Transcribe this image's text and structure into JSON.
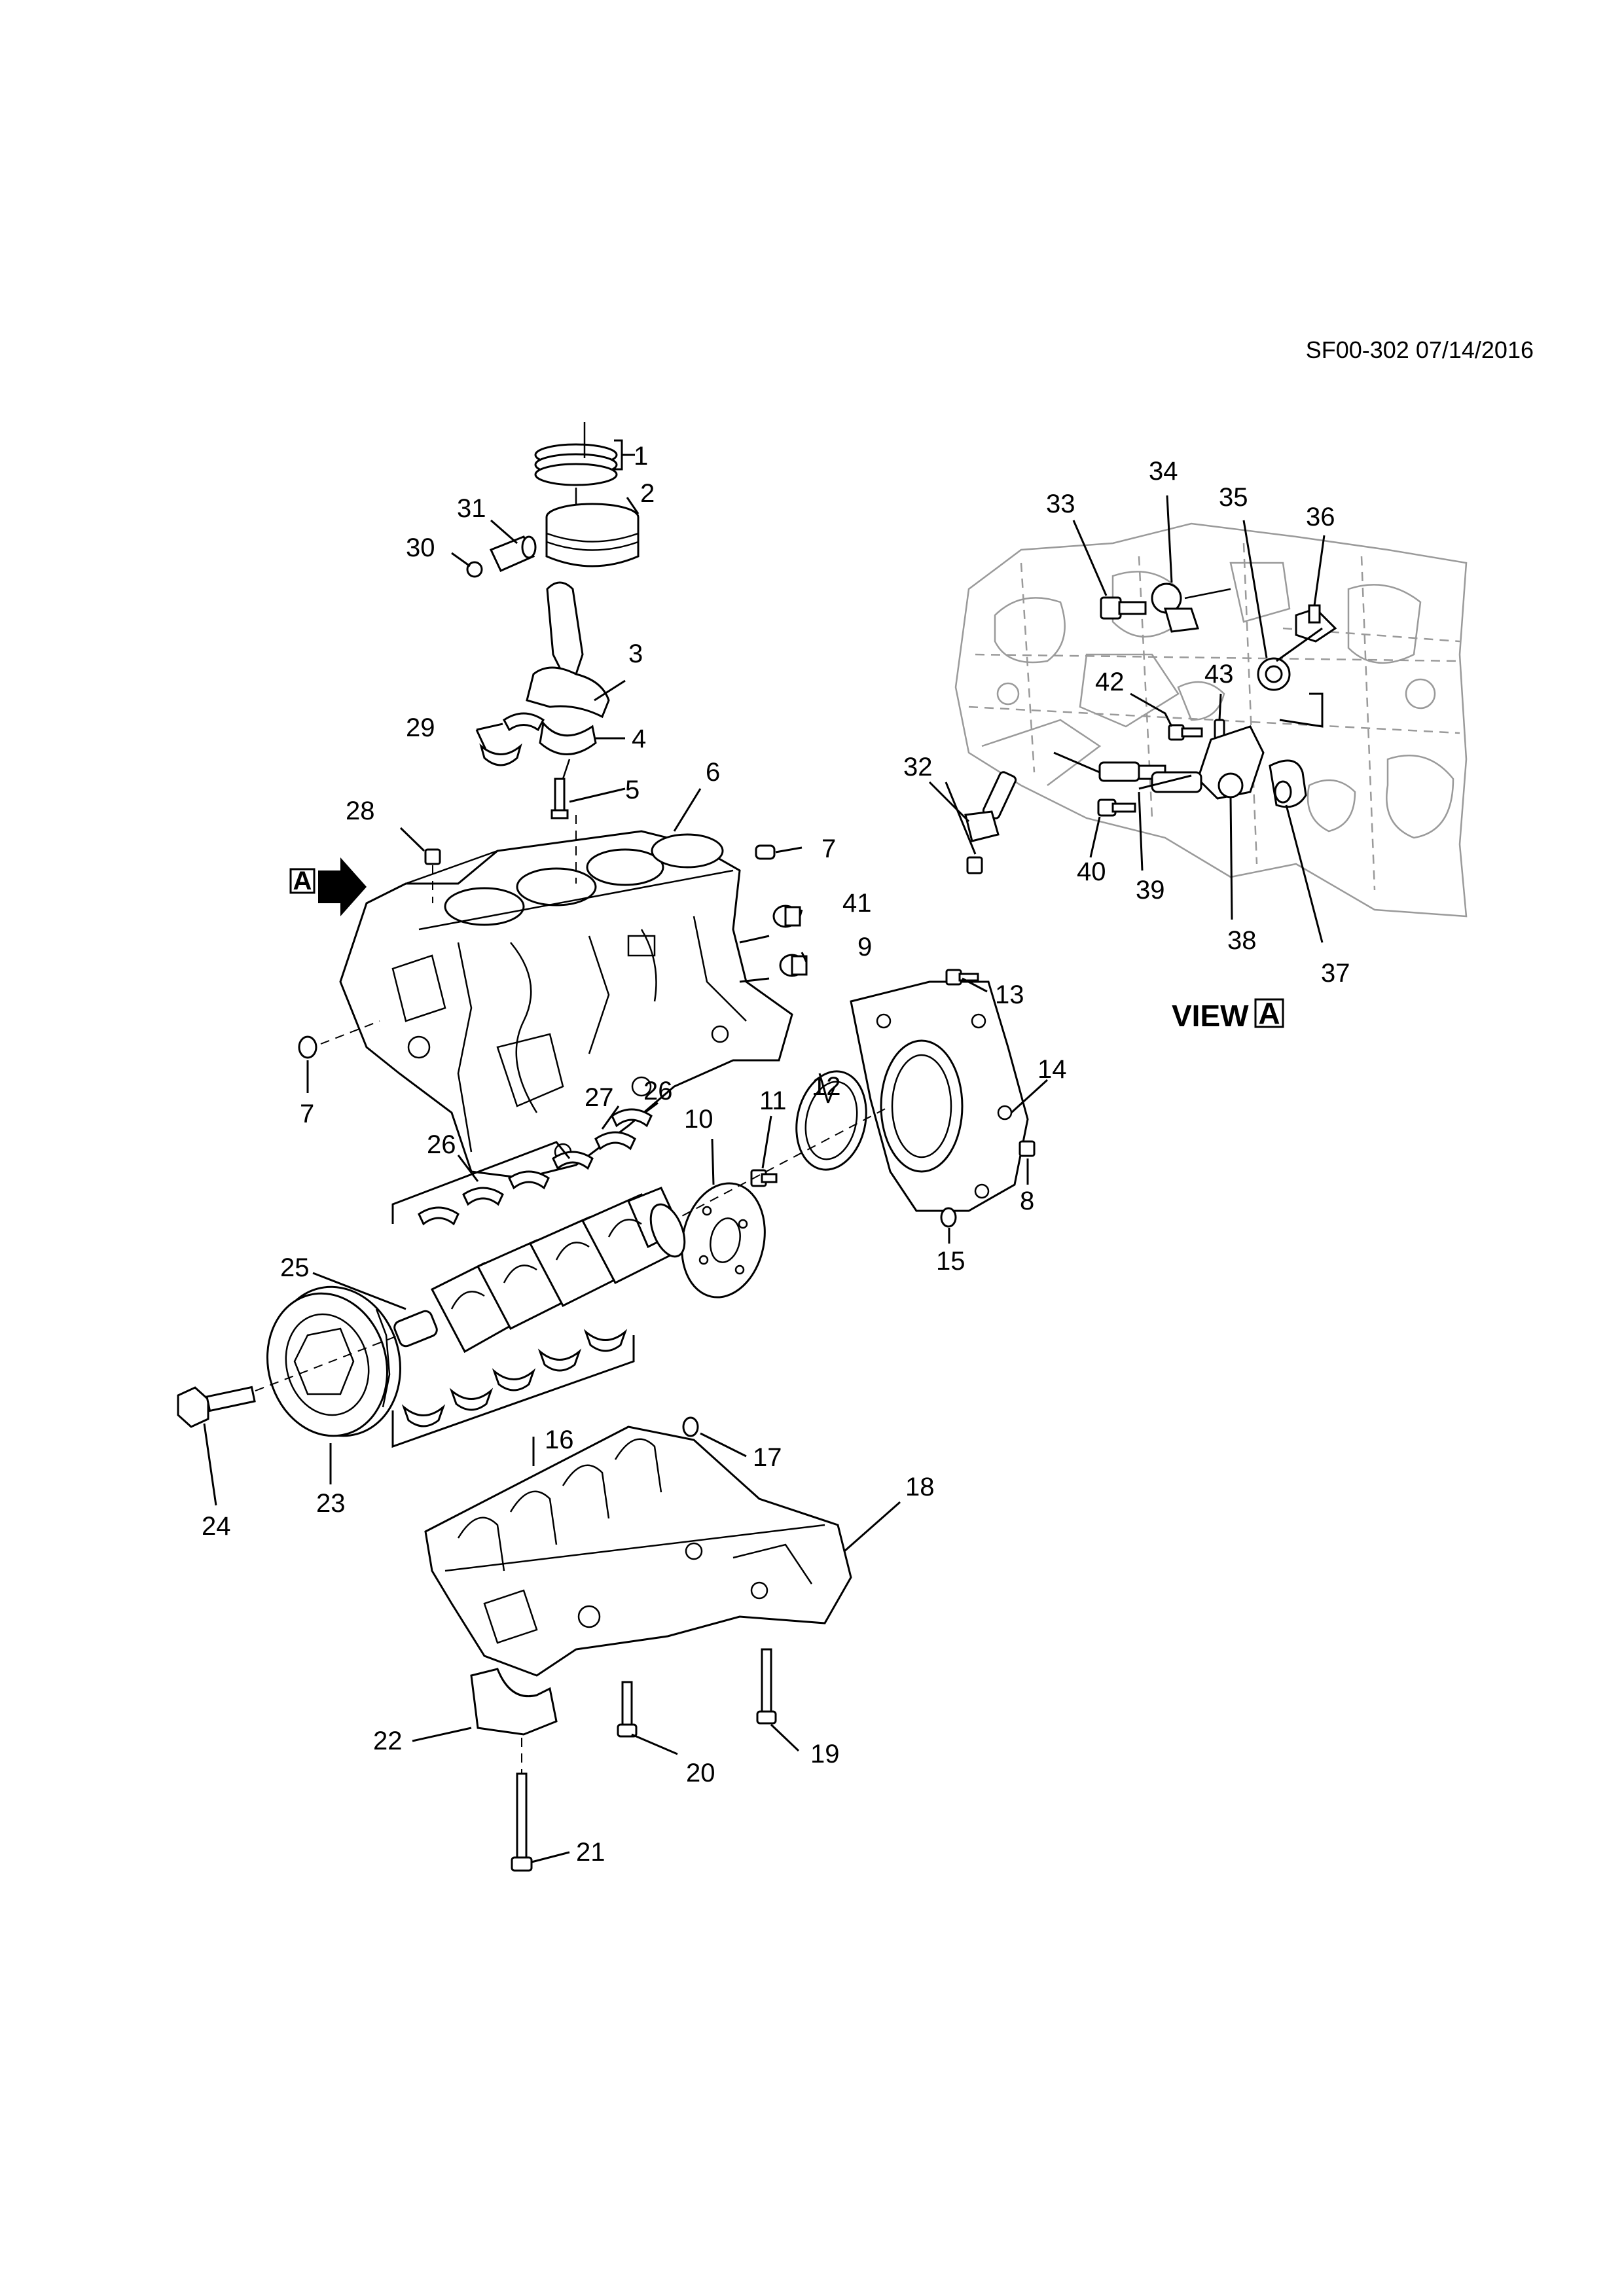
{
  "reference": "SF00-302 07/14/2016",
  "view_label": "VIEW",
  "view_letter": "A",
  "arrow_letter": "A",
  "callouts": {
    "c1": "1",
    "c2": "2",
    "c3": "3",
    "c4": "4",
    "c5": "5",
    "c6": "6",
    "c7a": "7",
    "c7b": "7",
    "c8": "8",
    "c9": "9",
    "c10": "10",
    "c11": "11",
    "c12": "12",
    "c13": "13",
    "c14": "14",
    "c15": "15",
    "c16": "16",
    "c17": "17",
    "c18": "18",
    "c19": "19",
    "c20": "20",
    "c21": "21",
    "c22": "22",
    "c23": "23",
    "c24": "24",
    "c25": "25",
    "c26a": "26",
    "c26b": "26",
    "c27": "27",
    "c28": "28",
    "c29": "29",
    "c30": "30",
    "c31": "31",
    "c32": "32",
    "c33": "33",
    "c34": "34",
    "c35": "35",
    "c36": "36",
    "c37": "37",
    "c38": "38",
    "c39": "39",
    "c40": "40",
    "c41": "41",
    "c42": "42",
    "c43": "43"
  }
}
